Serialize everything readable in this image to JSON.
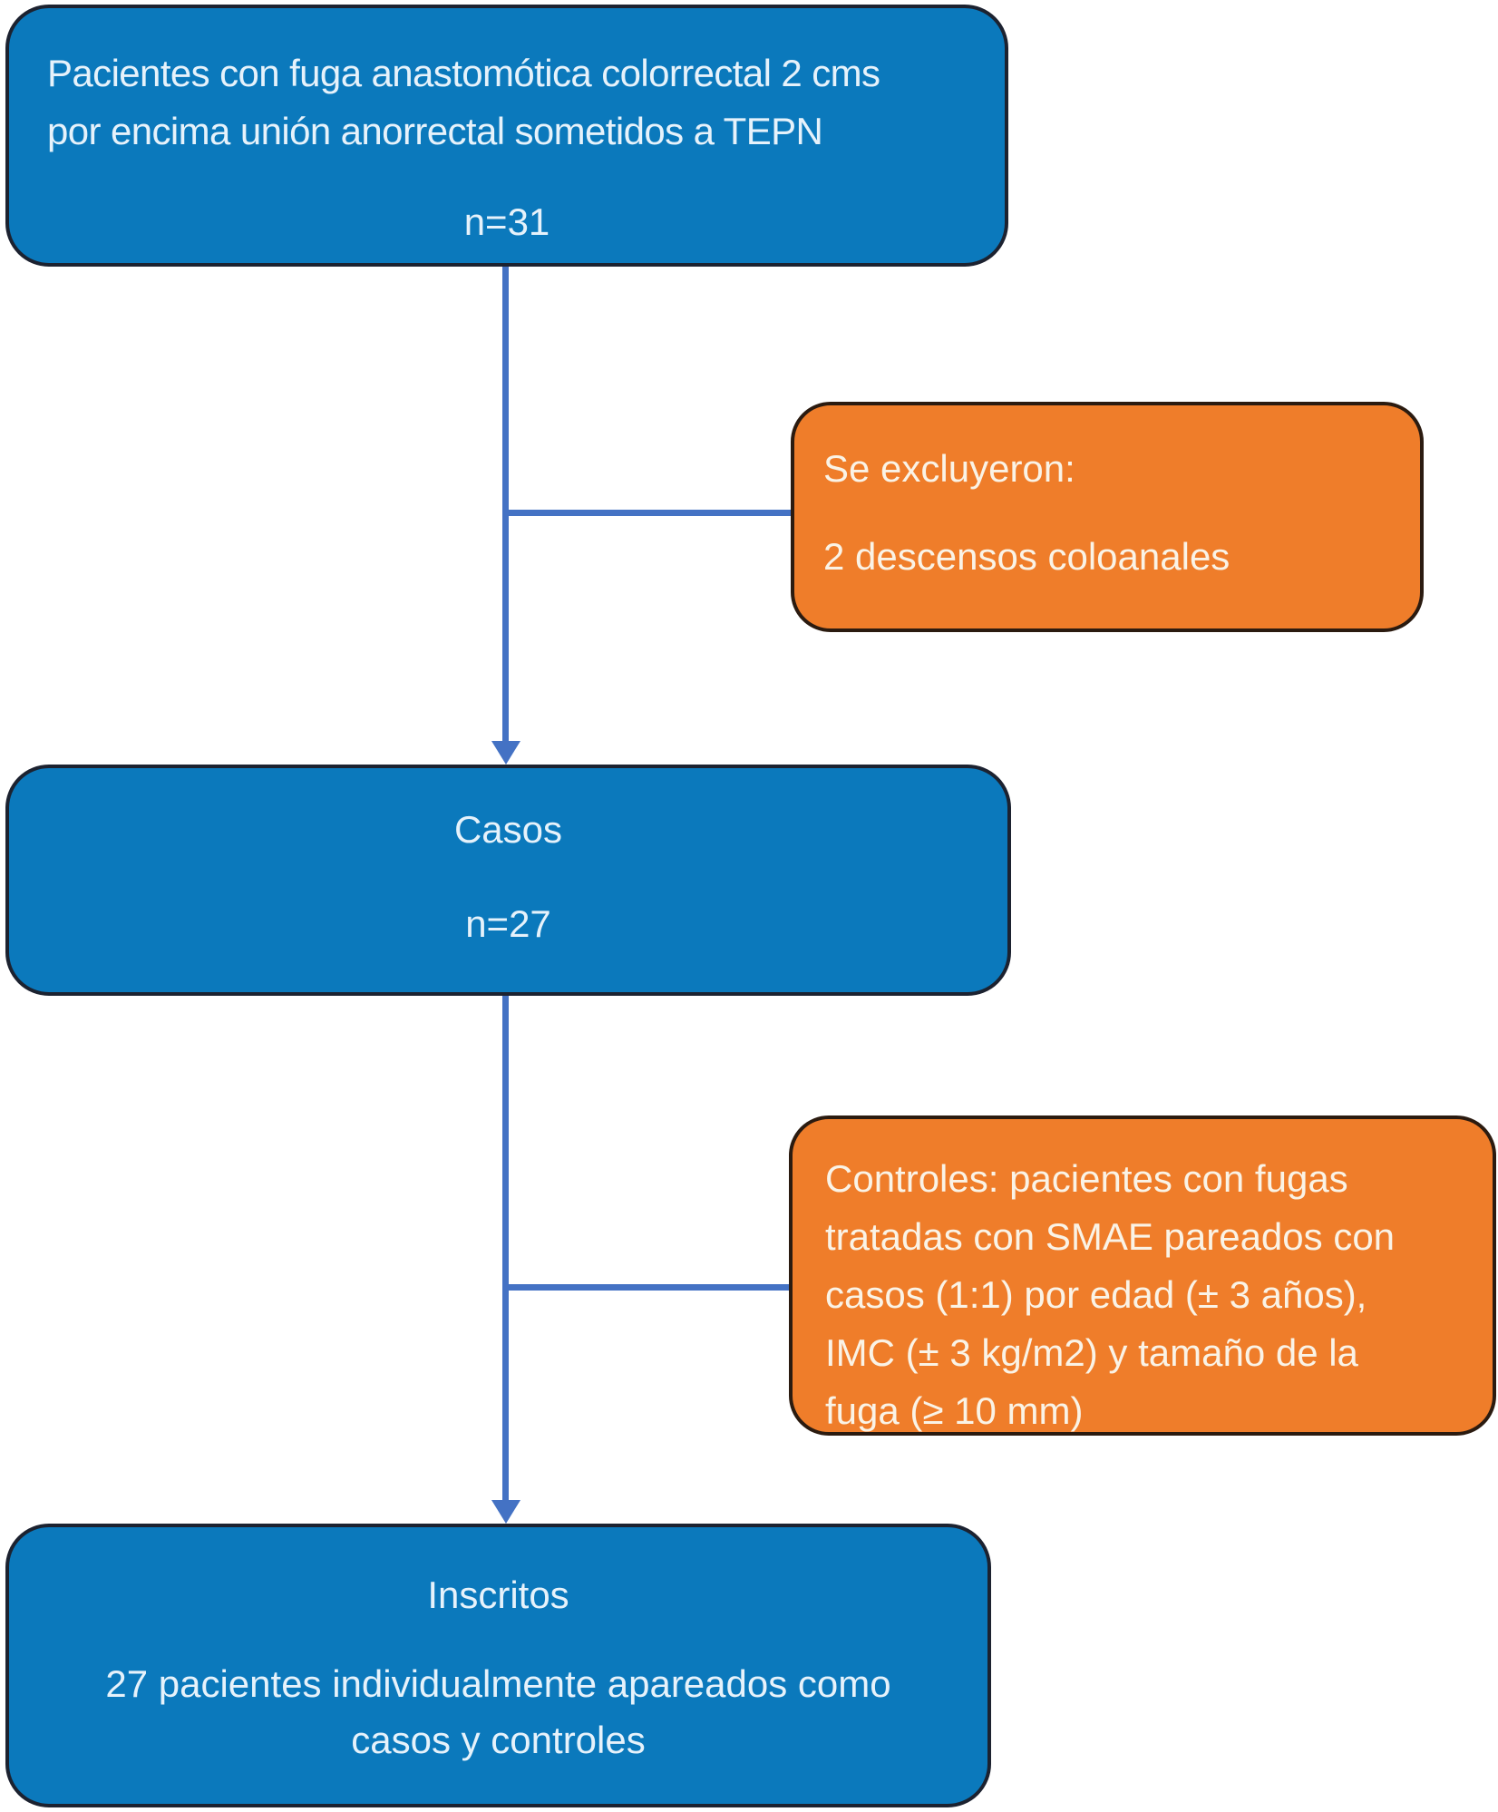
{
  "figure": {
    "type": "patient-flow-diagram",
    "background": "#ffffff"
  },
  "colors": {
    "primary_box_fill": "#0b79bc",
    "primary_box_border": "#1c2230",
    "primary_box_text": "#e6f2fb",
    "secondary_box_fill": "#ef7d2a",
    "secondary_box_border": "#2b1b10",
    "secondary_box_text": "#faf3e6",
    "connector": "#4472c4"
  },
  "nodes": {
    "source": {
      "text": "Pacientes con fuga anastomótica colorrectal 2 cms\npor encima unión anorrectal sometidos a TEPN",
      "count": "n=31"
    },
    "excluded": {
      "title": "Se excluyeron:",
      "detail": "2 descensos coloanales"
    },
    "cases": {
      "title": "Casos",
      "count": "n=27"
    },
    "controls": {
      "text": "Controles: pacientes con fugas\ntratadas con SMAE pareados con\ncasos (1:1) por edad (± 3 años),\nIMC (± 3 kg/m2) y tamaño de la\nfuga (≥ 10 mm)"
    },
    "enrolled": {
      "title": "Inscritos",
      "detail": "27 pacientes individualmente apareados como\ncasos y controles"
    }
  }
}
